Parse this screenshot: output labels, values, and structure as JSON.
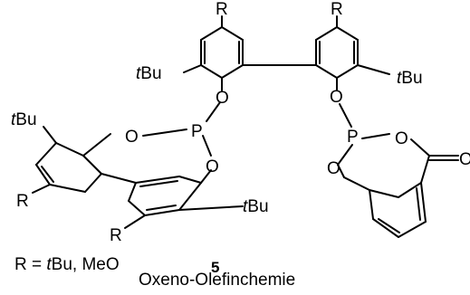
{
  "structure": {
    "substituent_R": "R",
    "tbu_prefix": "t",
    "tbu_suffix": "Bu",
    "atom_O": "O",
    "atom_P": "P",
    "atom_O_edge": "O"
  },
  "caption": {
    "legend_lhs": "R = ",
    "legend_t": "t",
    "legend_rest": "Bu, MeO",
    "compound_number": "5",
    "source": "Oxeno-Olefinchemie"
  }
}
